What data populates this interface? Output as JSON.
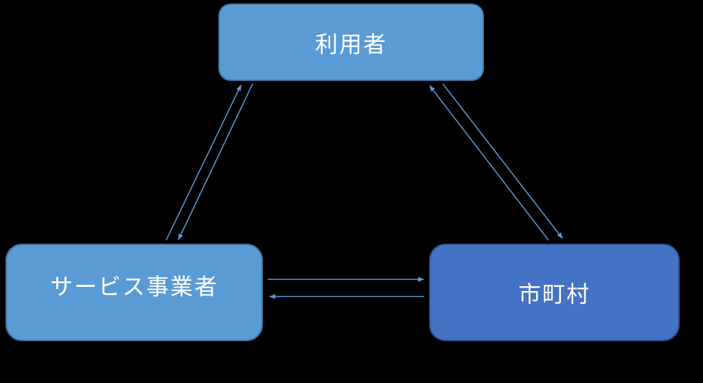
{
  "diagram": {
    "title": "welfare-service-relationship-diagram",
    "background_color": "#000000",
    "arrow_color": "#5B9BD5",
    "nodes": {
      "user": {
        "label": "利用者",
        "fill": "#5B9BD5",
        "border": "#41719C",
        "text_color": "#FFFFFF"
      },
      "provider": {
        "label": "サービス事業者",
        "fill": "#5B9BD5",
        "border": "#41719C",
        "text_color": "#FFFFFF"
      },
      "municipality": {
        "label": "市町村",
        "fill": "#4472C4",
        "border": "#2F528F",
        "text_color": "#FFFFFF"
      }
    },
    "relations": [
      {
        "from": "provider",
        "to": "user",
        "direction": "bidirectional"
      },
      {
        "from": "municipality",
        "to": "user",
        "direction": "bidirectional"
      },
      {
        "from": "provider",
        "to": "municipality",
        "direction": "bidirectional"
      }
    ]
  }
}
